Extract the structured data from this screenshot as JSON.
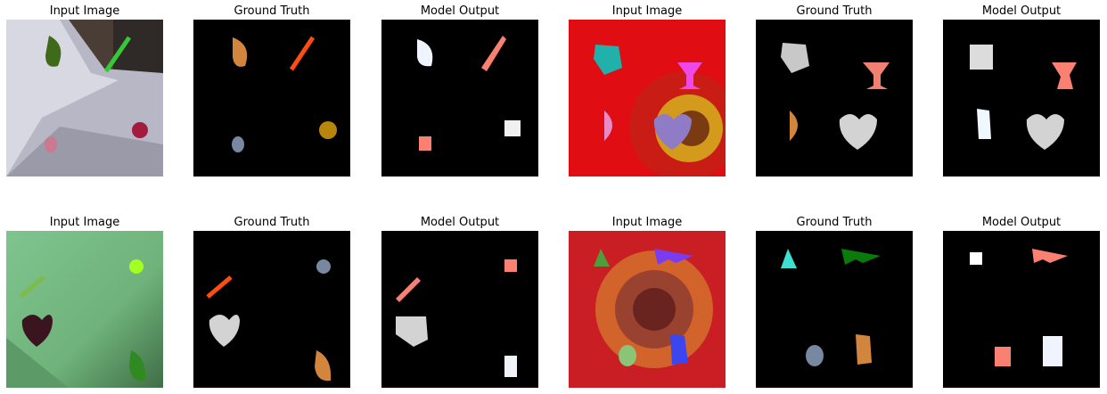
{
  "rows": [
    {
      "panels": [
        {
          "title": "Input Image"
        },
        {
          "title": "Ground Truth"
        },
        {
          "title": "Model Output"
        },
        {
          "title": "Input Image"
        },
        {
          "title": "Ground Truth"
        },
        {
          "title": "Model Output"
        }
      ]
    },
    {
      "panels": [
        {
          "title": "Input Image"
        },
        {
          "title": "Ground Truth"
        },
        {
          "title": "Model Output"
        },
        {
          "title": "Input Image"
        },
        {
          "title": "Ground Truth"
        },
        {
          "title": "Model Output"
        }
      ]
    }
  ]
}
